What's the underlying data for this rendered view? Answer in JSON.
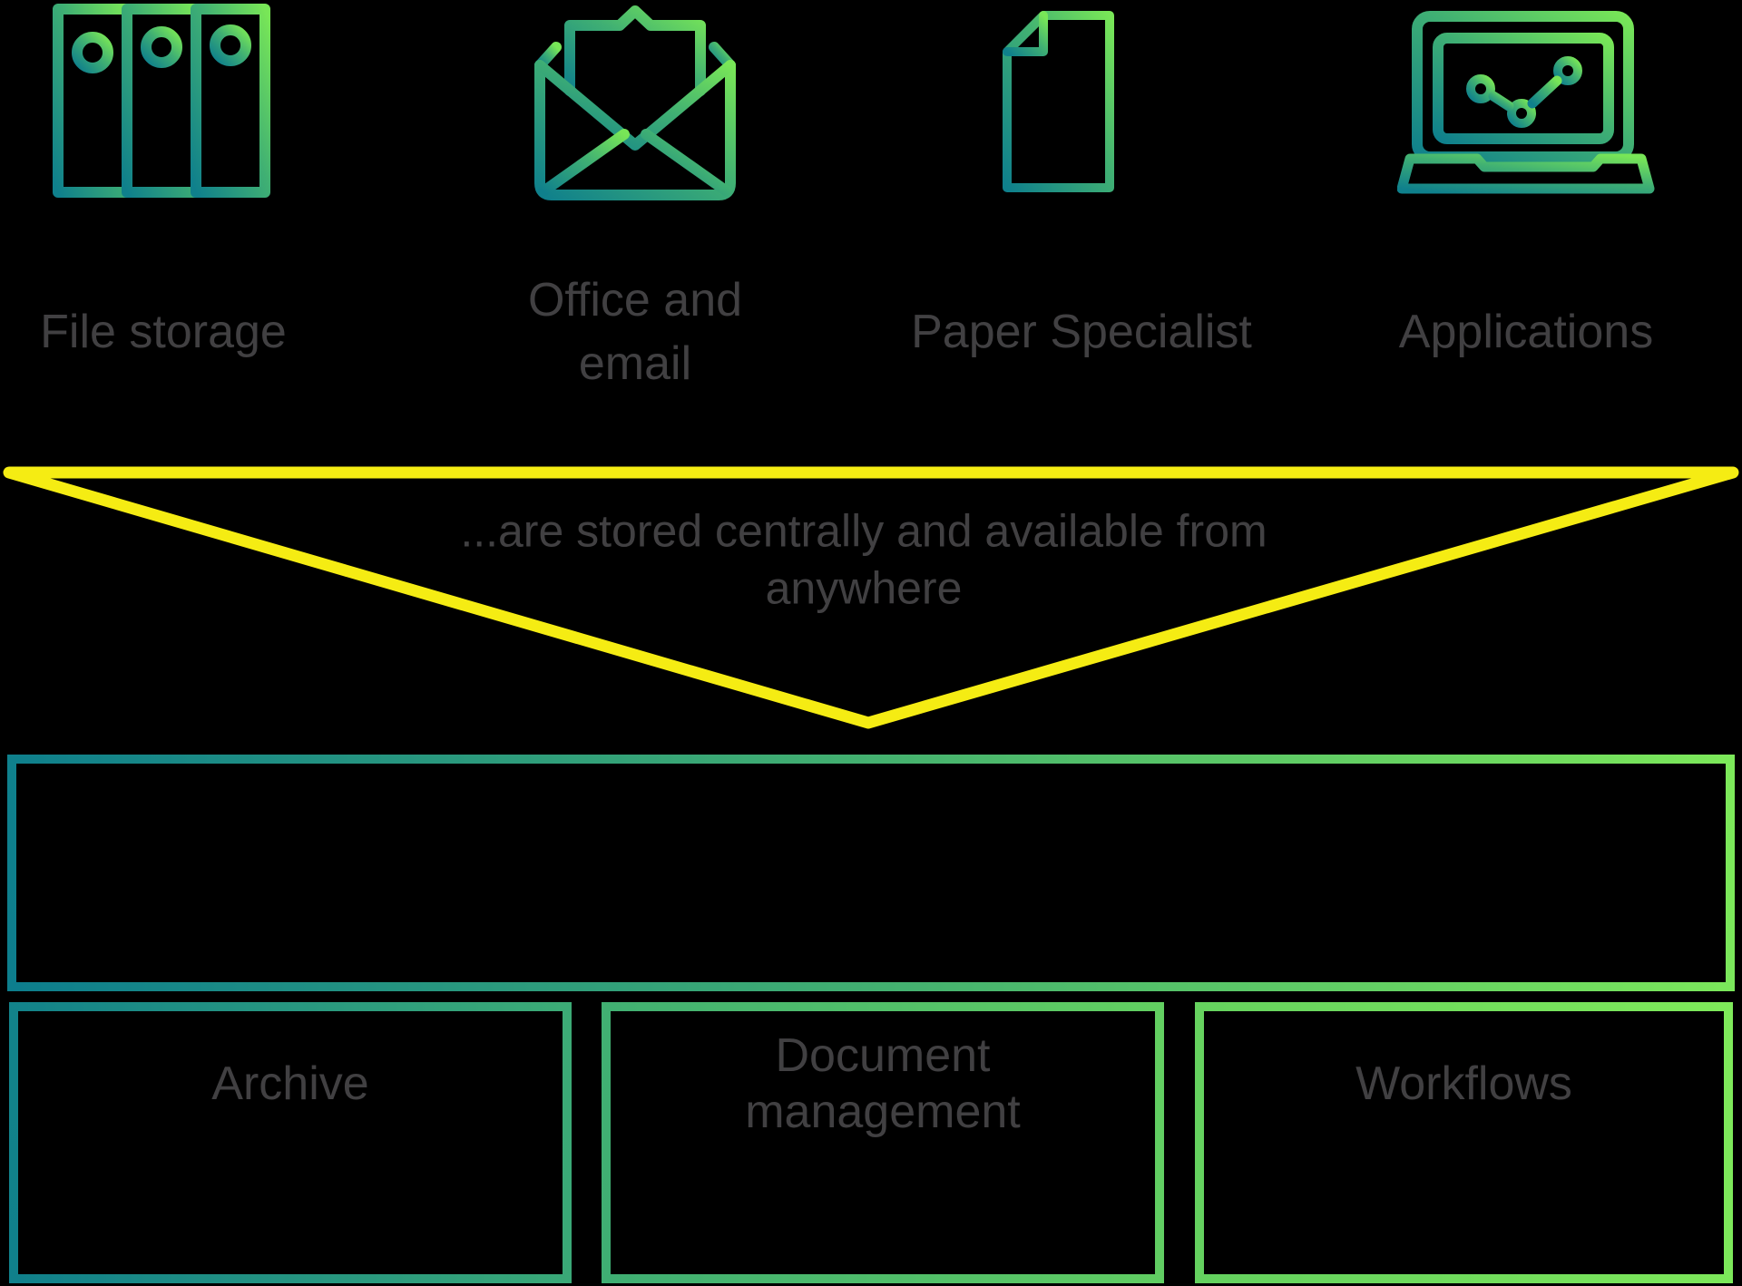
{
  "colors": {
    "background": "#000000",
    "icon_gradient_teal": "#0f808c",
    "icon_gradient_green": "#78e657",
    "funnel_yellow": "#f5ec13",
    "label_gray": "#414042"
  },
  "sources": {
    "items": [
      {
        "icon": "binders-icon",
        "label": "File storage"
      },
      {
        "icon": "open-envelope-icon",
        "label": "Office and email"
      },
      {
        "icon": "document-icon",
        "label": "Paper Specialist"
      },
      {
        "icon": "laptop-chart-icon",
        "label": "Applications"
      }
    ]
  },
  "funnel": {
    "caption": "...are stored centrally and available from anywhere"
  },
  "modules": {
    "items": [
      {
        "label": "Archive"
      },
      {
        "label": "Document management"
      },
      {
        "label": "Workflows"
      }
    ]
  }
}
